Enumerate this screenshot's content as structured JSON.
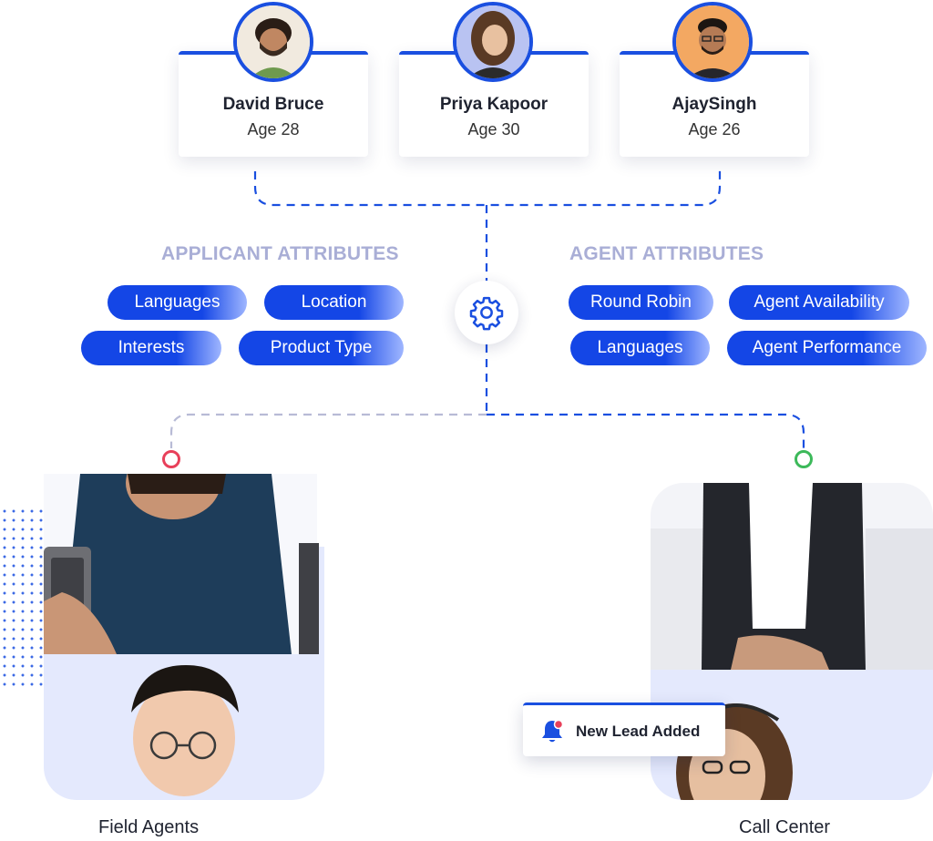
{
  "applicants": [
    {
      "name": "David Bruce",
      "age": "Age 28"
    },
    {
      "name": "Priya Kapoor",
      "age": "Age 30"
    },
    {
      "name": "AjaySingh",
      "age": "Age 26"
    }
  ],
  "applicant_attributes": {
    "title": "APPLICANT ATTRIBUTES",
    "items": [
      "Languages",
      "Location",
      "Interests",
      "Product Type"
    ]
  },
  "agent_attributes": {
    "title": "AGENT ATTRIBUTES",
    "items": [
      "Round Robin",
      "Agent Availability",
      "Languages",
      "Agent Performance"
    ]
  },
  "destinations": {
    "field": {
      "label": "Field Agents",
      "status_color": "#e8405a"
    },
    "call": {
      "label": "Call Center",
      "status_color": "#3cb95a"
    }
  },
  "notification": {
    "text": "New Lead Added",
    "icon": "bell-icon"
  },
  "colors": {
    "accent": "#1a4fe0",
    "title": "#a9aed6",
    "panel_bg": "#e4e9fd"
  }
}
